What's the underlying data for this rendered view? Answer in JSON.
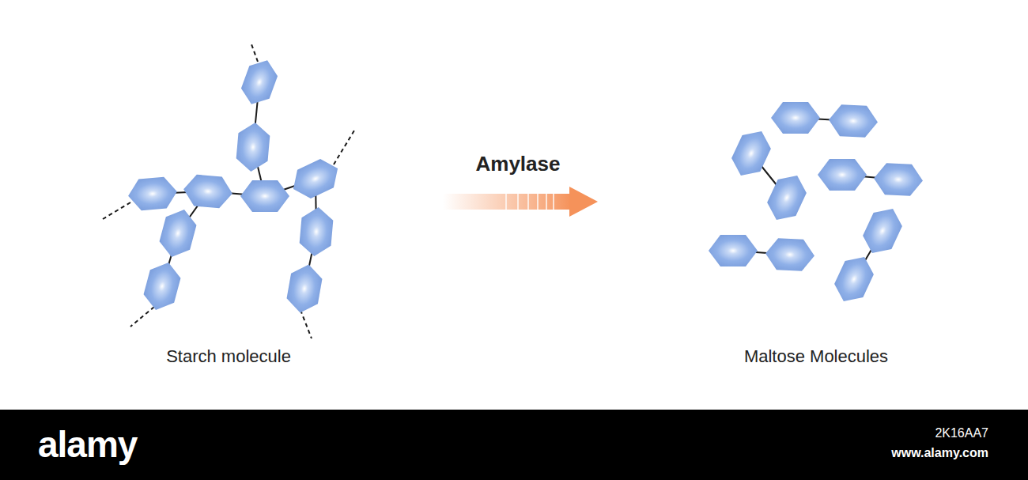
{
  "diagram": {
    "labels": [
      "Amylase",
      "Starch molecule",
      "Maltose Molecules",
      "alamy",
      "2K16AA7",
      "www.alamy.com"
    ]
  }
}
